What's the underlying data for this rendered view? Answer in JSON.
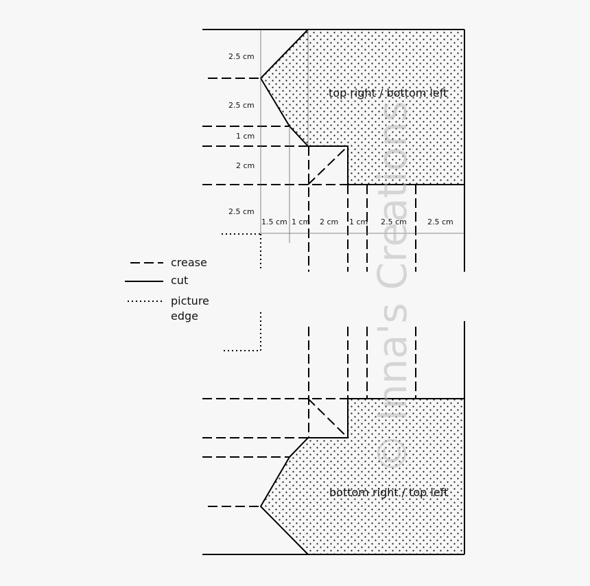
{
  "diagram": {
    "top_label": "top right / bottom left",
    "bottom_label": "bottom right / top left",
    "dimensions_vertical": [
      "2.5 cm",
      "2.5 cm",
      "1 cm",
      "2 cm",
      "2.5 cm"
    ],
    "dimensions_horizontal": [
      "1.5 cm",
      "1 cm",
      "2 cm",
      "1 cm",
      "2.5 cm",
      "2.5 cm"
    ],
    "watermark": "© Inna's Creations"
  },
  "legend": {
    "crease": "crease",
    "cut": "cut",
    "picture_edge_line1": "picture",
    "picture_edge_line2": "edge"
  }
}
